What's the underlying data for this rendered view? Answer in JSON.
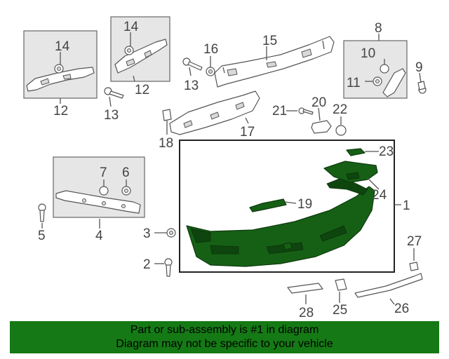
{
  "callouts": {
    "c1": "1",
    "c2": "2",
    "c3": "3",
    "c4": "4",
    "c5": "5",
    "c6": "6",
    "c7": "7",
    "c8": "8",
    "c9": "9",
    "c10": "10",
    "c11": "11",
    "c12a": "12",
    "c12b": "12",
    "c13a": "13",
    "c13b": "13",
    "c14a": "14",
    "c14b": "14",
    "c15": "15",
    "c16": "16",
    "c17": "17",
    "c18": "18",
    "c19": "19",
    "c20": "20",
    "c21": "21",
    "c22": "22",
    "c23": "23",
    "c24": "24",
    "c25": "25",
    "c26": "26",
    "c27": "27",
    "c28": "28"
  },
  "footer": {
    "line1": "Part or sub-assembly is #1 in diagram",
    "line2": "Diagram may not be specific to your vehicle"
  },
  "colors": {
    "highlight": "#166016",
    "footer_bg": "#157a15"
  }
}
